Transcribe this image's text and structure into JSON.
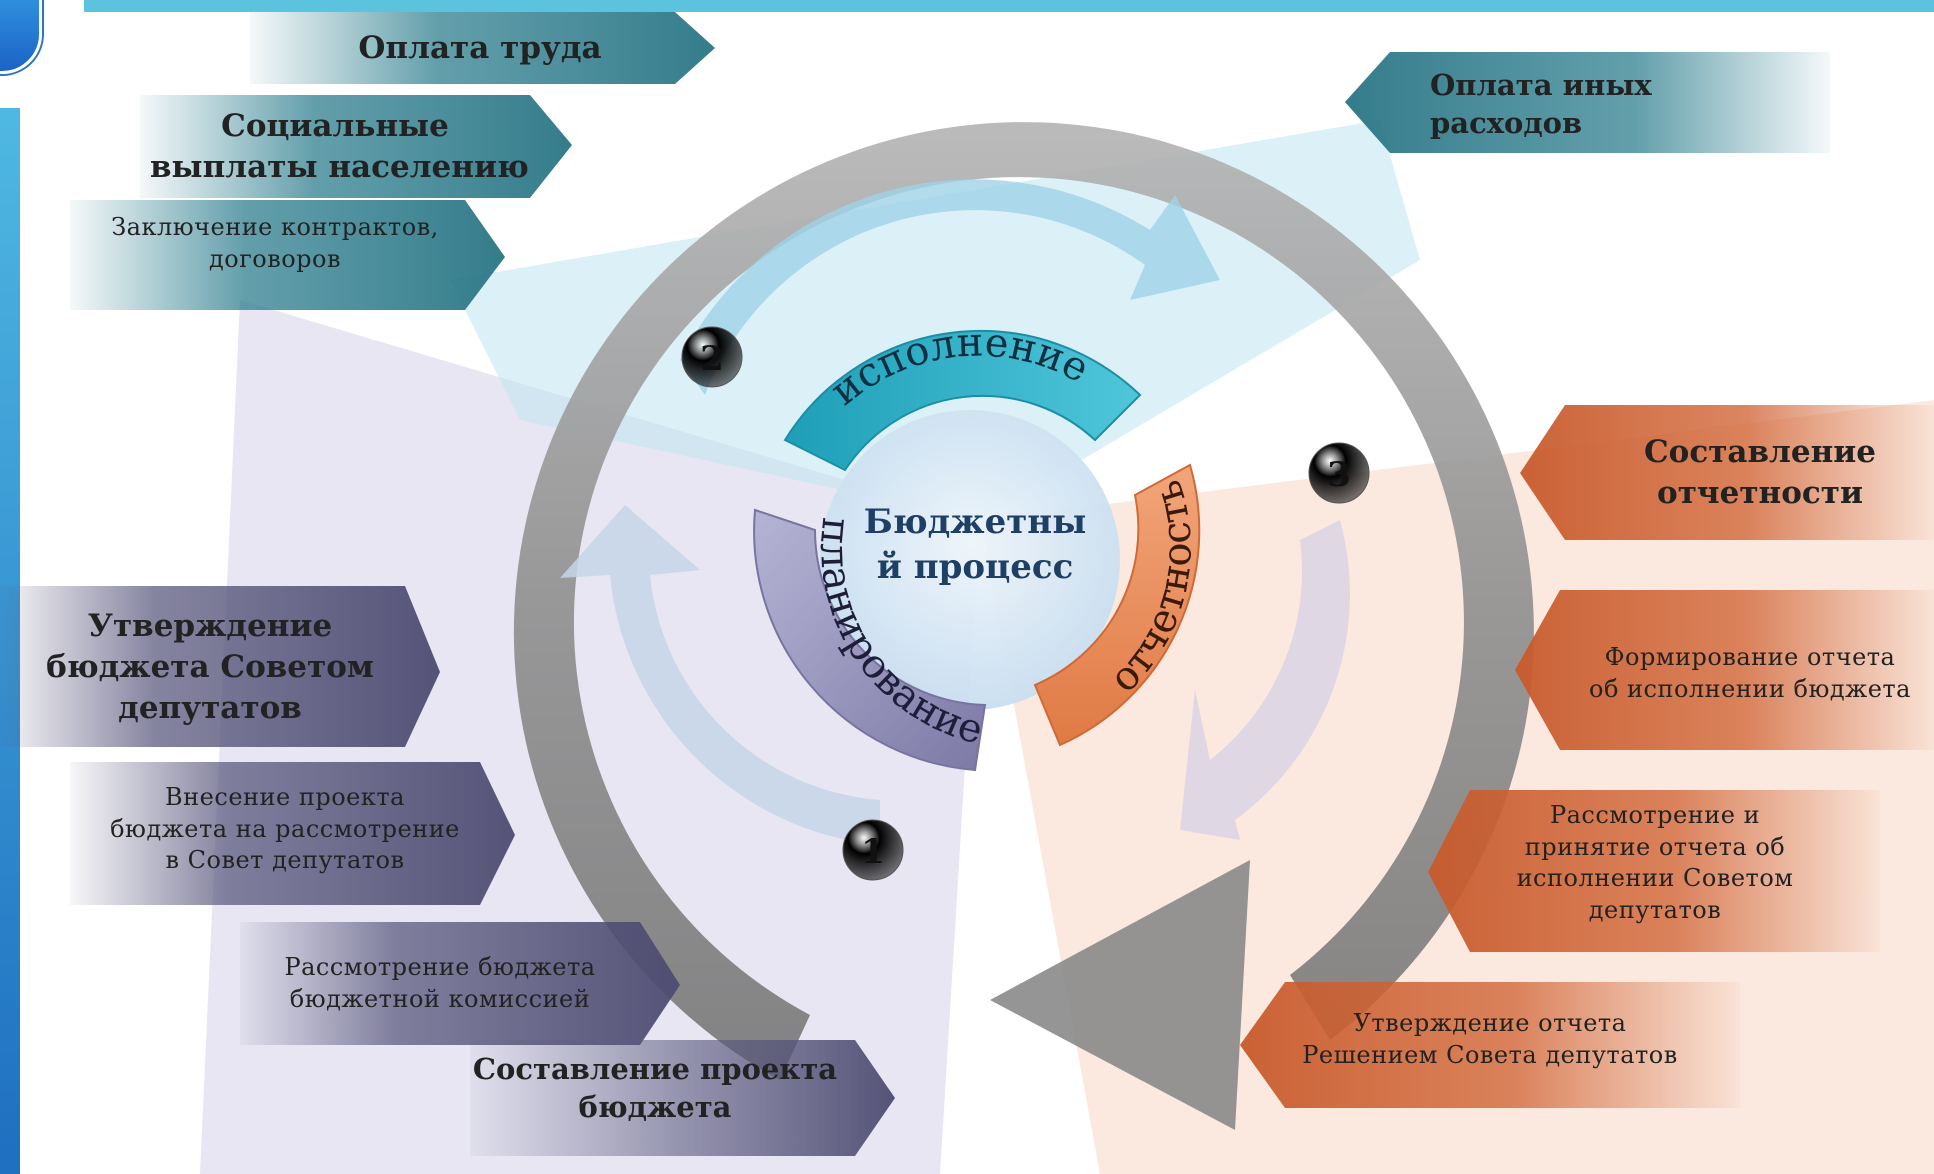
{
  "center": {
    "line1": "Бюджетны",
    "line2": "й процесс"
  },
  "stages": [
    {
      "number": "1",
      "name": "планирование",
      "color": "#8d8db6"
    },
    {
      "number": "2",
      "name": "исполнение",
      "color": "#2aaec6"
    },
    {
      "number": "3",
      "name": "отчетность",
      "color": "#e98a55"
    }
  ],
  "planning_steps": [
    {
      "line1": "Утверждение",
      "line2": "бюджета Советом",
      "line3": "депутатов"
    },
    {
      "line1": "Внесение проекта",
      "line2": "бюджета на рассмотрение",
      "line3": "в Совет депутатов"
    },
    {
      "line1": "Рассмотрение бюджета",
      "line2": "бюджетной комиссией"
    },
    {
      "line1": "Составление проекта",
      "line2": "бюджета"
    }
  ],
  "execution_steps": [
    {
      "line1": "Оплата труда"
    },
    {
      "line1": "Социальные",
      "line2": "выплаты населению"
    },
    {
      "line1": "Заключение контрактов,",
      "line2": "договоров"
    },
    {
      "line1": "Оплата иных",
      "line2": "расходов"
    }
  ],
  "reporting_steps": [
    {
      "line1": "Составление",
      "line2": "отчетности"
    },
    {
      "line1": "Формирование отчета",
      "line2": "об исполнении бюджета"
    },
    {
      "line1": "Рассмотрение и",
      "line2": "принятие отчета об",
      "line3": "исполнении Советом",
      "line4": "депутатов"
    },
    {
      "line1": "Утверждение отчета",
      "line2": "Решением Совета депутатов"
    }
  ],
  "colors": {
    "ring": "#9a9a9a",
    "planning": "#5d5b80",
    "execution": "#3f8896",
    "reporting": "#d2683a",
    "center": "#d5e6f5",
    "accent_top": "#5bc3dd"
  }
}
